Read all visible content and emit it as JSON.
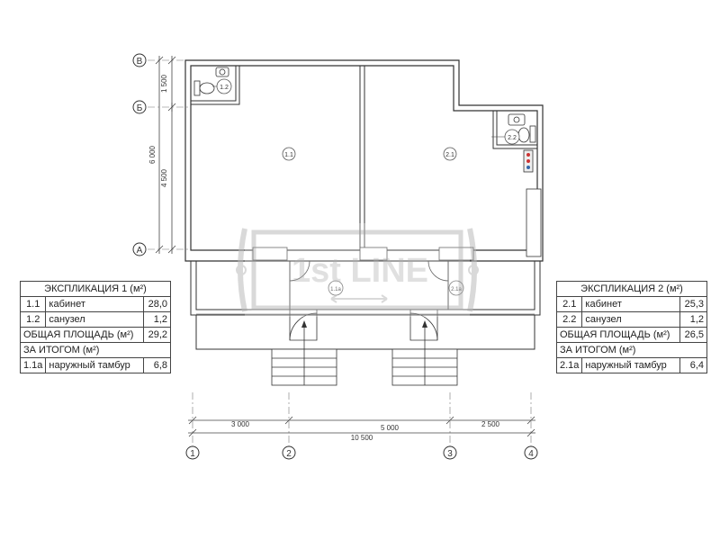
{
  "grid_axes": {
    "rows": [
      "В",
      "Б",
      "А"
    ],
    "columns": [
      "1",
      "2",
      "3",
      "4"
    ]
  },
  "dimensions": {
    "vertical": [
      "1 500",
      "6 000",
      "4 500"
    ],
    "horizontal": [
      "3 000",
      "5 000",
      "2 500"
    ],
    "total": "10 500"
  },
  "rooms": {
    "r11": "1.1",
    "r12": "1.2",
    "r21": "2.1",
    "r22": "2.2",
    "r11a": "1.1а",
    "r21a": "2.1а"
  },
  "watermark": {
    "text": "1st LINE"
  },
  "explication1": {
    "title": "ЭКСПЛИКАЦИЯ 1 (м²)",
    "rows": [
      {
        "code": "1.1",
        "name": "кабинет",
        "area": "28,0"
      },
      {
        "code": "1.2",
        "name": "санузел",
        "area": "1,2"
      }
    ],
    "total_label": "ОБЩАЯ ПЛОЩАДЬ (м²)",
    "total_value": "29,2",
    "subtotal_label": "ЗА ИТОГОМ (м²)",
    "extra": {
      "code": "1.1а",
      "name": "наружный тамбур",
      "area": "6,8"
    }
  },
  "explication2": {
    "title": "ЭКСПЛИКАЦИЯ 2 (м²)",
    "rows": [
      {
        "code": "2.1",
        "name": "кабинет",
        "area": "25,3"
      },
      {
        "code": "2.2",
        "name": "санузел",
        "area": "1,2"
      }
    ],
    "total_label": "ОБЩАЯ ПЛОЩАДЬ (м²)",
    "total_value": "26,5",
    "subtotal_label": "ЗА ИТОГОМ (м²)",
    "extra": {
      "code": "2.1а",
      "name": "наружный тамбур",
      "area": "6,4"
    }
  }
}
